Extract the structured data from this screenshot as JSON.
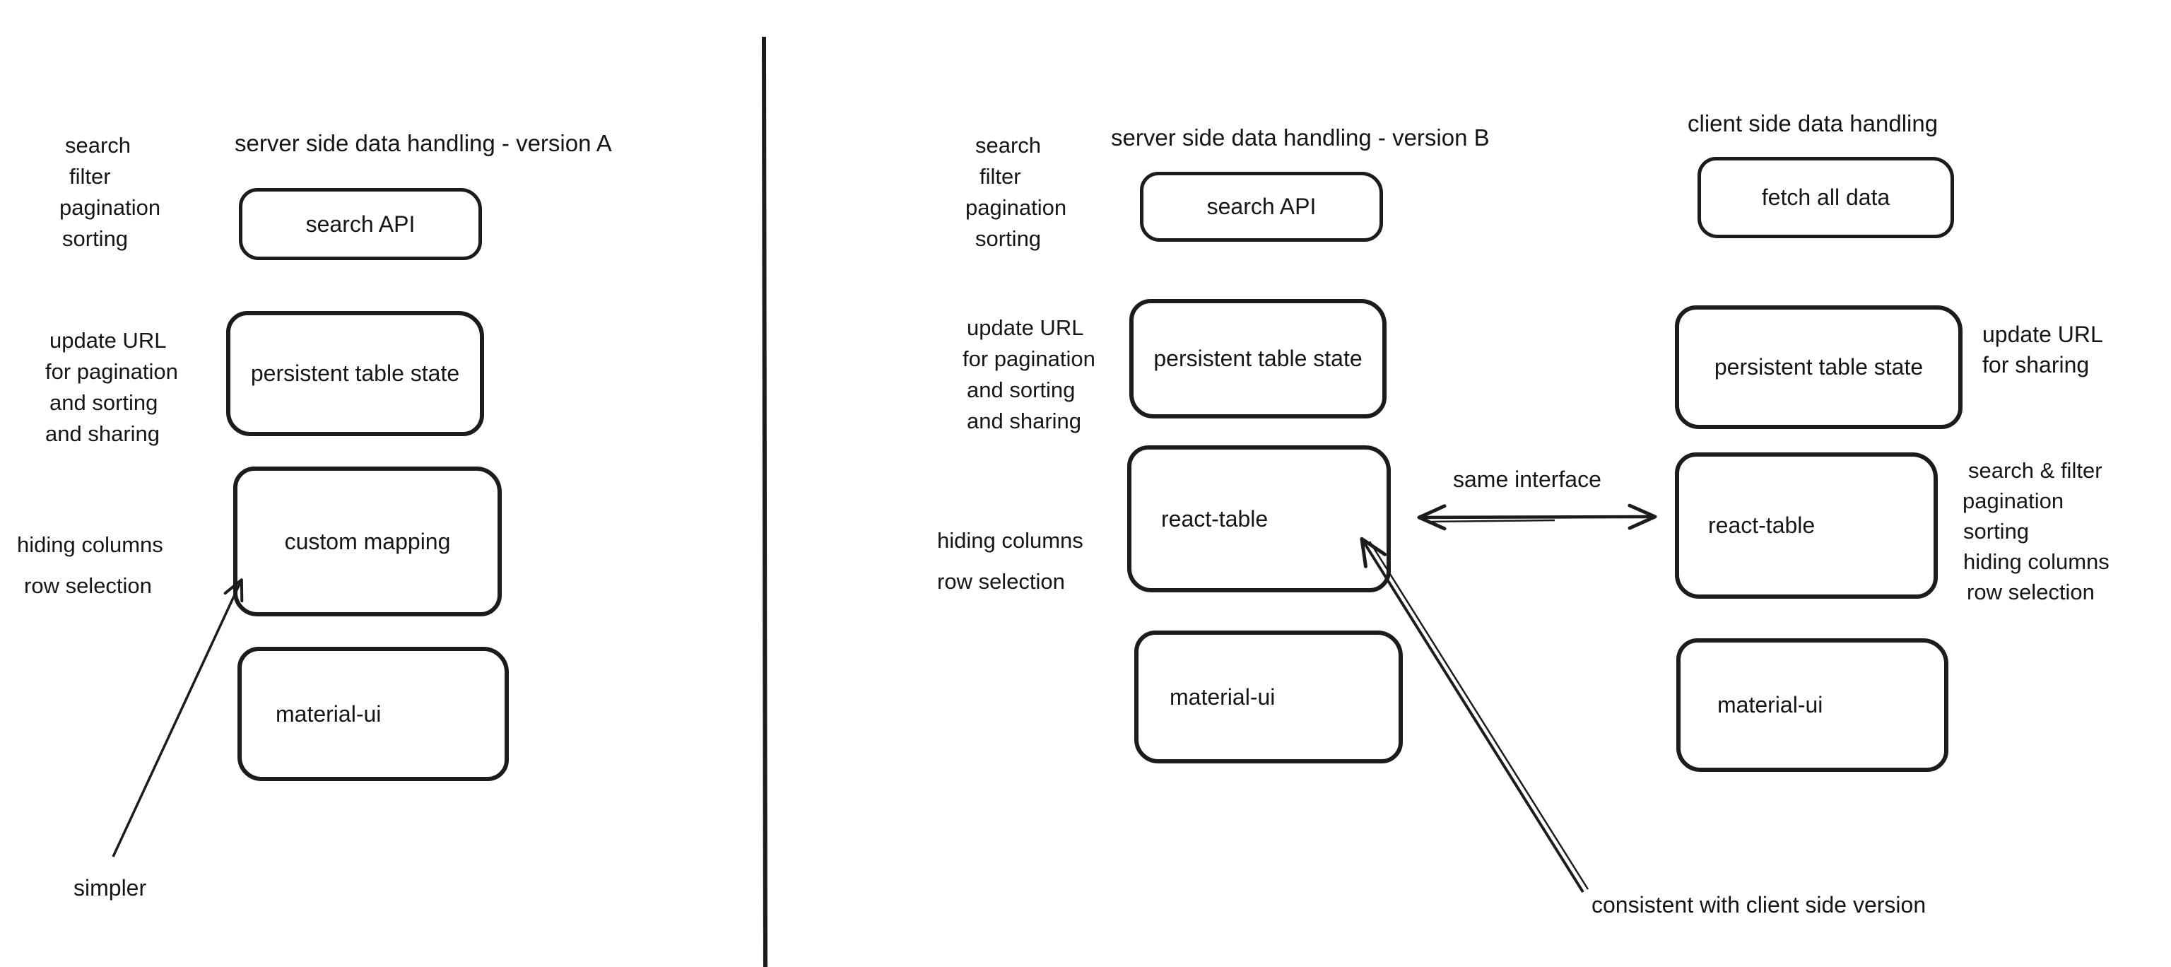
{
  "canvas": {
    "ink": "#1c1c1c",
    "bg": "#ffffff"
  },
  "column_a": {
    "title": "server side data handling - version A",
    "features_top": [
      "search",
      "filter",
      "pagination",
      "sorting"
    ],
    "url_note": [
      "update URL",
      "for pagination",
      "and sorting",
      "and sharing"
    ],
    "features_low": [
      "hiding columns",
      "row selection"
    ],
    "box_search_api": "search API",
    "box_persistent": "persistent table state",
    "box_custom_mapping": "custom mapping",
    "box_material_ui": "material-ui",
    "annotation_simpler": "simpler"
  },
  "column_b": {
    "title": "server side data handling - version B",
    "features_top": [
      "search",
      "filter",
      "pagination",
      "sorting"
    ],
    "url_note": [
      "update URL",
      "for pagination",
      "and sorting",
      "and sharing"
    ],
    "features_low": [
      "hiding columns",
      "row selection"
    ],
    "box_search_api": "search API",
    "box_persistent": "persistent table state",
    "box_react_table": "react-table",
    "box_material_ui": "material-ui"
  },
  "column_c": {
    "title": "client side data handling",
    "box_fetch_all": "fetch all data",
    "box_persistent": "persistent table state",
    "box_react_table": "react-table",
    "box_material_ui": "material-ui",
    "url_note": [
      "update URL",
      "for sharing"
    ],
    "features": [
      "search & filter",
      "pagination",
      "sorting",
      "hiding columns",
      "row selection"
    ]
  },
  "connectors": {
    "same_interface_label": "same interface",
    "consistent_label": "consistent with client side version"
  }
}
